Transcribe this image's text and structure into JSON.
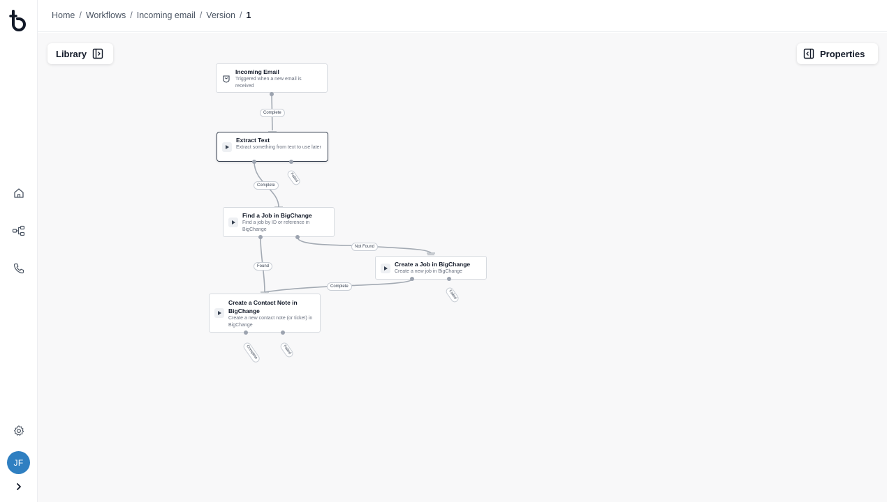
{
  "app": {
    "logo_icon": "bigchange-logo",
    "accent": "#2f7fc1"
  },
  "rail": {
    "items": [
      {
        "name": "home",
        "icon": "home-icon"
      },
      {
        "name": "workflows",
        "icon": "workflow-icon"
      },
      {
        "name": "calls",
        "icon": "phone-icon"
      }
    ],
    "settings_icon": "gear-icon",
    "avatar_initials": "JF",
    "expand_icon": "chevron-right-icon"
  },
  "breadcrumb": {
    "items": [
      "Home",
      "Workflows",
      "Incoming email",
      "Version"
    ],
    "current": "1",
    "separator": "/"
  },
  "toolbar": {
    "library_label": "Library",
    "properties_label": "Properties"
  },
  "nodes": {
    "incoming_email": {
      "title": "Incoming Email",
      "description": "Triggered when a new email is received",
      "icon": "email-trigger-icon"
    },
    "extract_text": {
      "title": "Extract Text",
      "description": "Extract something from text to use later",
      "icon": "play-icon"
    },
    "find_job": {
      "title": "Find a Job in BigChange",
      "description": "Find a job by ID or reference in BigChange",
      "icon": "play-icon"
    },
    "create_job": {
      "title": "Create a Job in BigChange",
      "description": "Create a new job in BigChange",
      "icon": "play-icon"
    },
    "create_note": {
      "title": "Create a Contact Note in BigChange",
      "description": "Create a new contact note (or ticket) in BigChange",
      "icon": "play-icon"
    }
  },
  "edge_labels": {
    "email_to_extract": "Complete",
    "extract_to_find": "Complete",
    "extract_failed": "Failed",
    "find_not_found": "Not Found",
    "find_found": "Found",
    "create_job_complete": "Complete",
    "create_job_failed": "Failed",
    "note_complete": "Complete",
    "note_failed": "Failed"
  },
  "colors": {
    "edge": "#a3aab3",
    "canvas": "#f8f8f9",
    "node_border": "#d7dbe0",
    "selected_border": "#374151"
  }
}
